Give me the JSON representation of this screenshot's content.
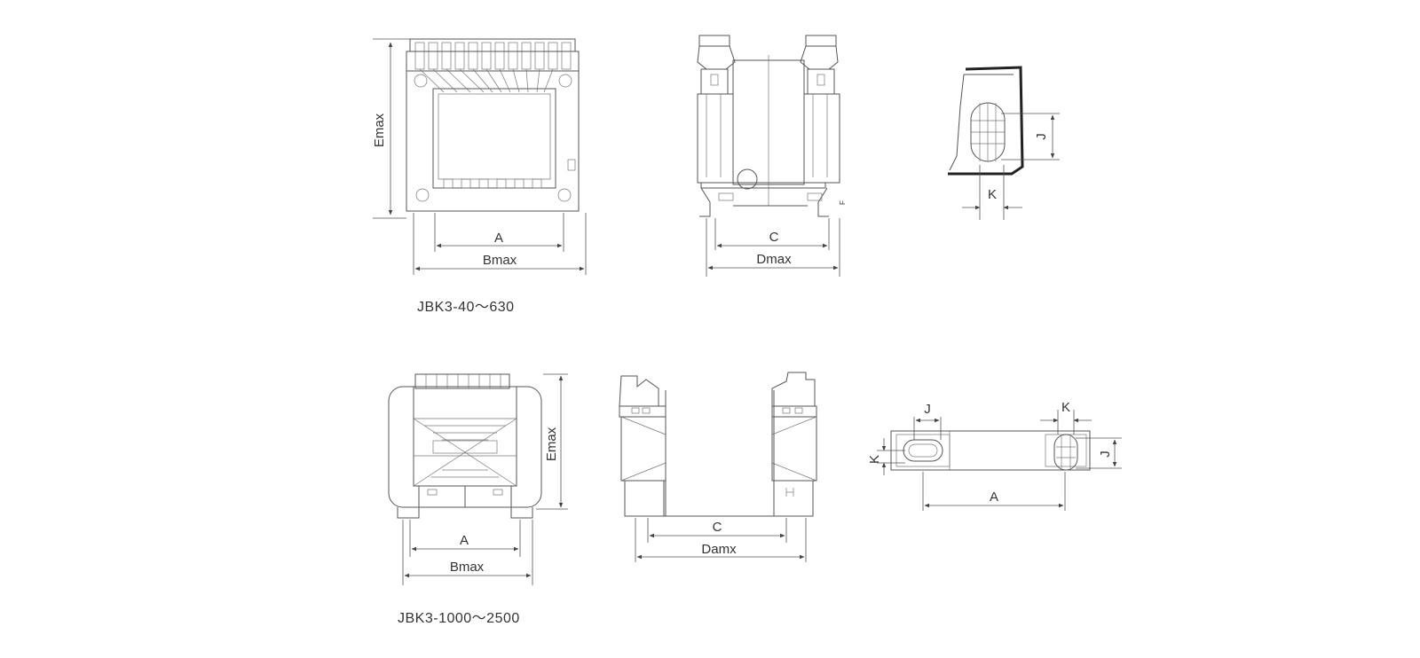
{
  "labels": {
    "top": {
      "emax": "Emax",
      "a": "A",
      "bmax": "Bmax",
      "c": "C",
      "dmax": "Dmax",
      "f": "F",
      "j": "J",
      "k": "K"
    },
    "bottom": {
      "emax": "Emax",
      "a": "A",
      "bmax": "Bmax",
      "c": "C",
      "damx": "Damx",
      "j_left": "J",
      "k_right": "K",
      "k_left": "K",
      "j_right": "J",
      "a_terminal": "A"
    }
  },
  "captions": {
    "top": "JBK3-40～630",
    "bottom": "JBK3-1000～2500"
  }
}
